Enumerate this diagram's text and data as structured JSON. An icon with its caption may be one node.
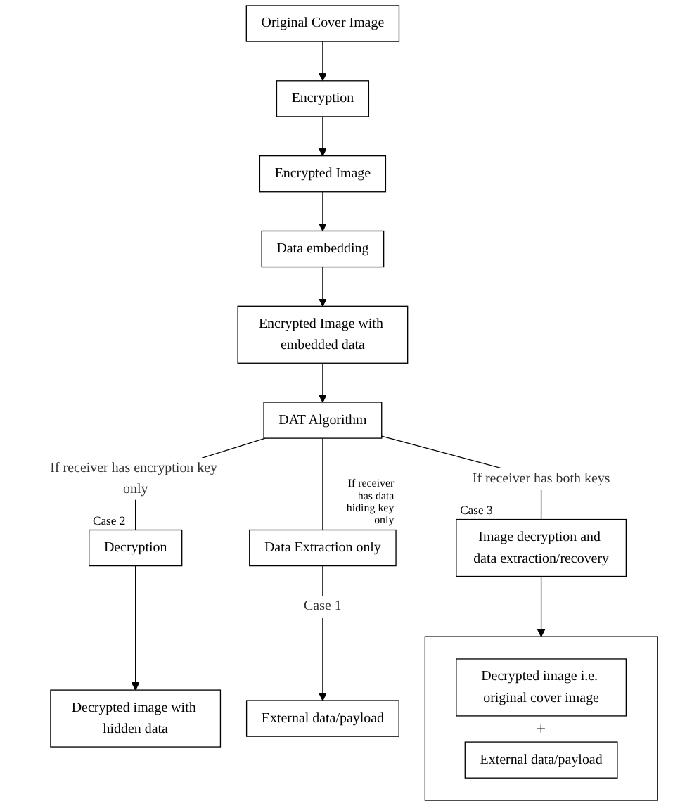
{
  "diagram": {
    "nodes": [
      {
        "text": [
          "Original Cover Image"
        ]
      },
      {
        "text": [
          "Encryption"
        ]
      },
      {
        "text": [
          "Encrypted Image"
        ]
      },
      {
        "text": [
          "Data embedding"
        ]
      },
      {
        "text": [
          "Encrypted Image with embedded data"
        ]
      },
      {
        "text": [
          "DAT Algorithm"
        ]
      },
      {
        "text": [
          "Decryption"
        ],
        "beside": [
          "Case 2"
        ]
      },
      {
        "text": [
          "Decrypted image with hidden data"
        ]
      },
      {
        "text": [
          "Data Extraction only"
        ],
        "beside": [
          "If receiver has data hiding key only"
        ]
      },
      {
        "text": [
          "External data/payload"
        ]
      },
      {
        "text": [
          "Image decryption and data extraction/recovery"
        ],
        "beside": [
          "Case 3"
        ]
      },
      {
        "text": [],
        "shape": "box"
      },
      {
        "text": [
          "Decrypted image i.e. original cover image"
        ],
        "in": 11
      },
      {
        "text": [
          "External data/payload"
        ],
        "in": 11
      }
    ],
    "edges": [
      {
        "from": 0,
        "to": 1,
        "arrow": "to"
      },
      {
        "from": 1,
        "to": 2,
        "arrow": "to"
      },
      {
        "from": 2,
        "to": 3,
        "arrow": "to"
      },
      {
        "from": 3,
        "to": 4,
        "arrow": "to"
      },
      {
        "from": 4,
        "to": 5,
        "arrow": "to"
      },
      {
        "from": 5,
        "to": 6,
        "arrow": "none",
        "label": "If receiver has encryption key only"
      },
      {
        "from": 5,
        "to": 8,
        "arrow": "none"
      },
      {
        "from": 5,
        "to": 10,
        "arrow": "none",
        "label": "If receiver has both keys"
      },
      {
        "from": 6,
        "to": 7,
        "arrow": "to"
      },
      {
        "from": 8,
        "to": 9,
        "arrow": "to",
        "label": "Case 1"
      },
      {
        "from": 10,
        "to": 11,
        "arrow": "to"
      }
    ],
    "labels": [
      "+"
    ]
  }
}
